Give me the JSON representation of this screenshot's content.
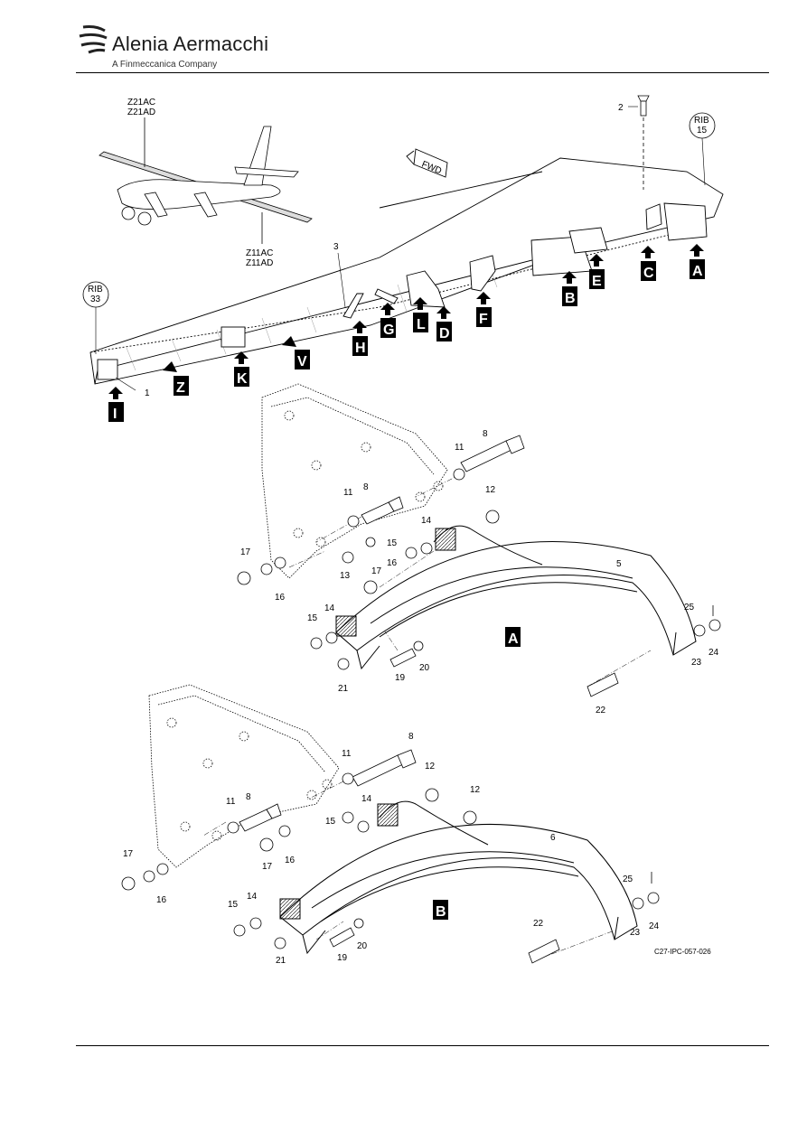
{
  "header": {
    "brand": "Alenia Aermacchi",
    "subtitle": "A Finmeccanica Company"
  },
  "overview": {
    "aircraft_codes_top": [
      "Z21AC",
      "Z21AD"
    ],
    "aircraft_codes_bottom": [
      "Z11AC",
      "Z11AD"
    ],
    "fwd_label": "FWD",
    "rib_right": [
      "RIB",
      "15"
    ],
    "rib_left": [
      "RIB",
      "33"
    ],
    "item_labels": [
      "1",
      "2",
      "3"
    ],
    "detail_tags": [
      "A",
      "B",
      "C",
      "D",
      "E",
      "F",
      "G",
      "H",
      "I",
      "K",
      "L",
      "V",
      "Z"
    ]
  },
  "detail_a": {
    "tag": "A",
    "callouts": [
      "5",
      "8",
      "8",
      "11",
      "11",
      "12",
      "13",
      "14",
      "14",
      "15",
      "15",
      "16",
      "16",
      "17",
      "17",
      "19",
      "20",
      "21",
      "22",
      "23",
      "24",
      "25"
    ]
  },
  "detail_b": {
    "tag": "B",
    "callouts": [
      "6",
      "8",
      "8",
      "11",
      "11",
      "12",
      "12",
      "14",
      "14",
      "15",
      "15",
      "16",
      "16",
      "17",
      "17",
      "19",
      "20",
      "21",
      "22",
      "23",
      "24",
      "25"
    ]
  },
  "figure_ref": "C27-IPC-057-026"
}
